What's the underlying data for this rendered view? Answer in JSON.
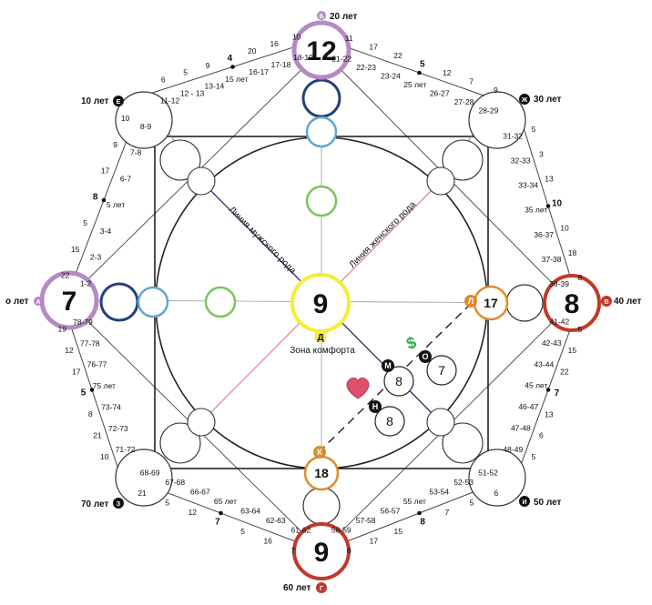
{
  "colors": {
    "purple": "#b48ac4",
    "red": "#c0392b",
    "yellow": "#f2ee3a",
    "orange": "#e08a2c",
    "navy": "#22407a",
    "blue": "#62a7cf",
    "green": "#7cc45c",
    "pink_line": "#e08a9a",
    "navy_line": "#27306b",
    "heart": "#e0506a",
    "dollar": "#2bb04a"
  },
  "main_points": {
    "top": {
      "value": "12",
      "letter": "Б",
      "age": "20 лет"
    },
    "left": {
      "value": "7",
      "letter": "А",
      "age": "о лет"
    },
    "right": {
      "value": "8",
      "letter": "В",
      "age": "40 лет"
    },
    "bottom": {
      "value": "9",
      "letter": "Г",
      "age": "60 лет"
    }
  },
  "corner_points": {
    "top_left": {
      "letter": "Е",
      "age": "10 лет"
    },
    "top_right": {
      "letter": "Ж",
      "age": "30 лет"
    },
    "bottom_right": {
      "letter": "И",
      "age": "50 лет"
    },
    "bottom_left": {
      "letter": "З",
      "age": "70 лет"
    }
  },
  "center": {
    "value": "9",
    "letter": "Д",
    "label": "Зона комфорта"
  },
  "finance": {
    "l": {
      "letter": "Л",
      "value": "17"
    },
    "k": {
      "letter": "К",
      "value": "18"
    },
    "m": {
      "letter": "М",
      "value": "8"
    },
    "n": {
      "letter": "Н",
      "value": "8"
    },
    "o": {
      "letter": "О",
      "value": "7"
    }
  },
  "lines": {
    "male": "Линия мужского рода",
    "female": "Линия женского рода"
  },
  "dollar_sign": "$",
  "ticks_tl": [
    "11-12",
    "12 - 13",
    "13-14",
    "15 лет",
    "16-17",
    "17-18",
    "18-19"
  ],
  "vals_tl": [
    "6",
    "5",
    "9",
    "4",
    "20",
    "16",
    "10"
  ],
  "ticks_tr": [
    "21-22",
    "22-23",
    "23-24",
    "25 лет",
    "26-27",
    "27-28",
    "28-29"
  ],
  "vals_tr": [
    "11",
    "17",
    "22",
    "5",
    "12",
    "7",
    "9"
  ],
  "ticks_rt": [
    "31-32",
    "32-33",
    "33-34",
    "35 лет",
    "36-37",
    "37-38",
    "38-39"
  ],
  "vals_rt": [
    "5",
    "3",
    "13",
    "10",
    "10",
    "18",
    "8"
  ],
  "ticks_rb": [
    "41-42",
    "42-43",
    "43-44",
    "45 лет",
    "46-47",
    "47-48",
    "48-49"
  ],
  "vals_rb": [
    "5",
    "15",
    "22",
    "7",
    "13",
    "6",
    "5"
  ],
  "ticks_br": [
    "51-52",
    "52-53",
    "53-54",
    "55 лет",
    "56-57",
    "57-58",
    "58-59"
  ],
  "vals_br": [
    "6",
    "5",
    "7",
    "8",
    "15",
    "17",
    "8"
  ],
  "ticks_bl": [
    "61-62",
    "62-63",
    "63-64",
    "65 лет",
    "66-67",
    "67-68",
    "68-69"
  ],
  "vals_bl": [
    "7",
    "16",
    "5",
    "7",
    "12",
    "5",
    "21"
  ],
  "ticks_lb": [
    "71-72",
    "72-73",
    "73-74",
    "75 лет",
    "76-77",
    "77-78",
    "78-79"
  ],
  "vals_lb": [
    "10",
    "21",
    "8",
    "5",
    "17",
    "12",
    "19"
  ],
  "ticks_lt": [
    "1-2",
    "2-3",
    "3-4",
    "5 лет",
    "6-7",
    "7-8",
    "8-9"
  ],
  "vals_lt": [
    "22",
    "15",
    "5",
    "8",
    "17",
    "9",
    "10"
  ]
}
